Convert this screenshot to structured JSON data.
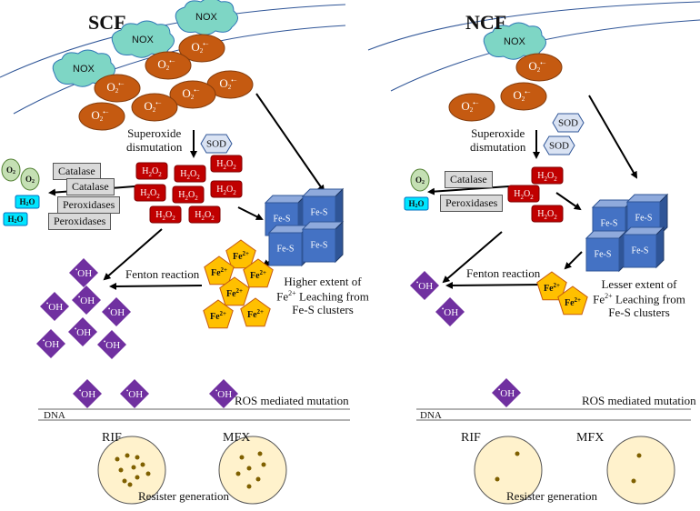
{
  "panels": {
    "scf": {
      "title": "SCF",
      "nox": "NOX",
      "superoxide": "O",
      "dismutation_l1": "Superoxide",
      "dismutation_l2": "dismutation",
      "sod": "SOD",
      "h2o2": "H",
      "catalase": [
        "Catalase",
        "Catalase"
      ],
      "peroxidases": [
        "Peroxidases",
        "Peroxidases"
      ],
      "o2": "O",
      "h2o": "H",
      "fes": "Fe-S",
      "fe": "Fe",
      "fenton": "Fenton reaction",
      "leach_l1": "Higher extent of",
      "leach_l2_pre": "Fe",
      "leach_l2_post": " Leaching from",
      "leach_l3": "Fe-S clusters",
      "oh": "OH",
      "ros": "ROS mediated mutation",
      "dna": "DNA",
      "rif": "RIF",
      "mfx": "MFX",
      "resister": "Resister generation"
    },
    "ncf": {
      "title": "NCF",
      "nox": "NOX",
      "dismutation_l1": "Superoxide",
      "dismutation_l2": "dismutation",
      "sod": "SOD",
      "catalase": "Catalase",
      "peroxidases": "Peroxidases",
      "fenton": "Fenton reaction",
      "leach_l1": "Lesser extent of",
      "leach_l2_pre": "Fe",
      "leach_l2_post": " Leaching from",
      "leach_l3": "Fe-S clusters",
      "ros": "ROS mediated mutation",
      "dna": "DNA",
      "rif": "RIF",
      "mfx": "MFX",
      "resister": "Resister generation"
    }
  },
  "colors": {
    "nox_fill": "#7ed6c5",
    "superoxide_fill": "#c55a11",
    "h2o2_fill": "#c00000",
    "fes_fill": "#4472c4",
    "fe_fill": "#ffc000",
    "oh_fill": "#7030a0",
    "o2_fill": "#c5e0b4",
    "h2o_fill": "#00e5ff",
    "sod_fill": "#dae3f3",
    "petri_fill": "#fff2cc",
    "colony": "#7f6000"
  }
}
